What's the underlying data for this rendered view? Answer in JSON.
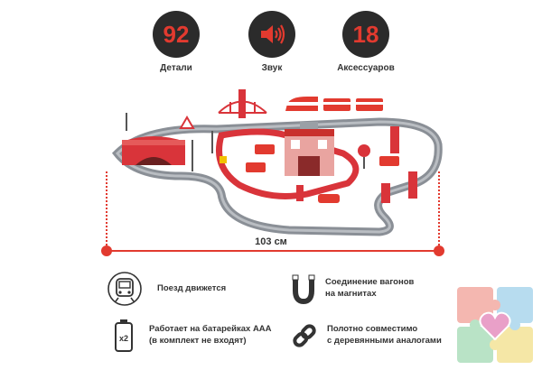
{
  "stats": [
    {
      "value": "92",
      "label": "Детали"
    },
    {
      "value": "",
      "label": "Звук",
      "icon": "speaker-icon"
    },
    {
      "value": "18",
      "label": "Аксессуаров"
    }
  ],
  "dimension": {
    "label": "103 см"
  },
  "features": {
    "train": {
      "lines": [
        "Поезд движется"
      ],
      "icon": "train-icon"
    },
    "magnet": {
      "lines": [
        "Соединение вагонов",
        "на магнитах"
      ],
      "icon": "magnet-icon"
    },
    "battery": {
      "lines": [
        "Работает на батарейках AAA",
        "(в комплект не входят)"
      ],
      "icon": "battery-icon",
      "icon_text": "x2"
    },
    "chain": {
      "lines": [
        "Полотно совместимо",
        "с деревянными аналогами"
      ],
      "icon": "chain-link-icon"
    }
  },
  "colors": {
    "accent": "#e23a2f",
    "dark": "#2b2b2b",
    "track": "#8a8f96"
  }
}
